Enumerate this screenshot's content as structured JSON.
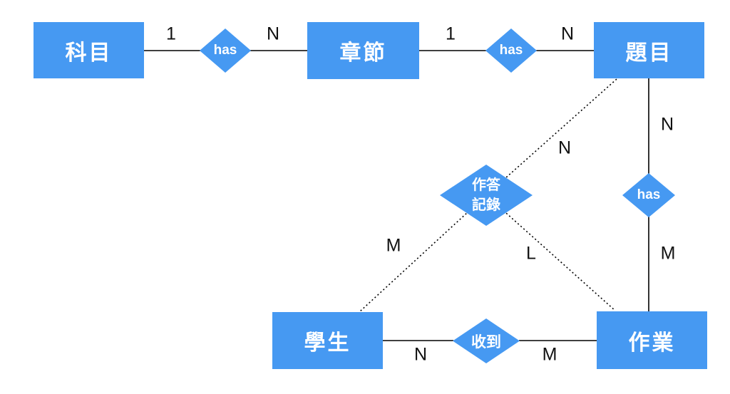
{
  "diagram": {
    "type": "entity-relationship-diagram",
    "background": "#ffffff",
    "colors": {
      "node_fill": "#4699F2",
      "node_text": "#ffffff",
      "edge": "#000000",
      "cardinality_text": "#111111"
    },
    "entities": [
      {
        "id": "subject",
        "label": "科目"
      },
      {
        "id": "chapter",
        "label": "章節"
      },
      {
        "id": "question",
        "label": "題目"
      },
      {
        "id": "student",
        "label": "學生"
      },
      {
        "id": "homework",
        "label": "作業"
      }
    ],
    "relationships": [
      {
        "id": "has-1",
        "label": "has",
        "shape": "diamond"
      },
      {
        "id": "has-2",
        "label": "has",
        "shape": "diamond"
      },
      {
        "id": "has-3",
        "label": "has",
        "shape": "diamond"
      },
      {
        "id": "answer-record",
        "label": "作答記錄",
        "label_lines": [
          "作答",
          "記錄"
        ],
        "shape": "diamond"
      },
      {
        "id": "received",
        "label": "收到",
        "shape": "diamond"
      }
    ],
    "edges": [
      {
        "from": "subject",
        "to": "has-1",
        "cardinality": "1",
        "style": "solid"
      },
      {
        "from": "has-1",
        "to": "chapter",
        "cardinality": "N",
        "style": "solid"
      },
      {
        "from": "chapter",
        "to": "has-2",
        "cardinality": "1",
        "style": "solid"
      },
      {
        "from": "has-2",
        "to": "question",
        "cardinality": "N",
        "style": "solid"
      },
      {
        "from": "question",
        "to": "has-3",
        "cardinality": "N",
        "style": "solid"
      },
      {
        "from": "has-3",
        "to": "homework",
        "cardinality": "M",
        "style": "solid"
      },
      {
        "from": "student",
        "to": "received",
        "cardinality": "N",
        "style": "solid"
      },
      {
        "from": "received",
        "to": "homework",
        "cardinality": "M",
        "style": "solid"
      },
      {
        "from": "answer-record",
        "to": "question",
        "cardinality": "N",
        "style": "dotted"
      },
      {
        "from": "answer-record",
        "to": "student",
        "cardinality": "M",
        "style": "dotted"
      },
      {
        "from": "answer-record",
        "to": "homework",
        "cardinality": "L",
        "style": "dotted"
      }
    ]
  }
}
